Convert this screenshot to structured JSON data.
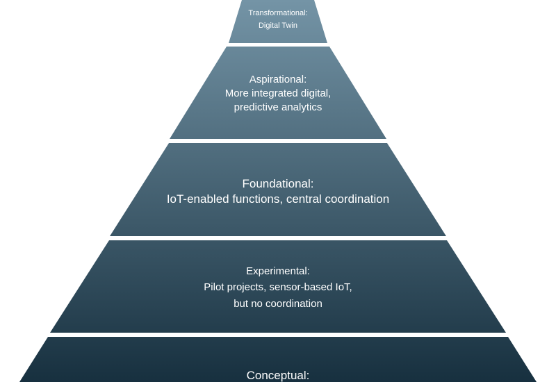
{
  "pyramid": {
    "tiers": [
      {
        "heading": "Transformational:",
        "lines": [
          "Digital Twin"
        ]
      },
      {
        "heading": "Aspirational:",
        "lines": [
          "More integrated digital,",
          "predictive analytics"
        ]
      },
      {
        "heading": "Foundational:",
        "lines": [
          "IoT-enabled functions, central coordination"
        ]
      },
      {
        "heading": "Experimental:",
        "lines": [
          "Pilot projects, sensor-based IoT,",
          "but no coordination"
        ]
      },
      {
        "heading": "Conceptual:",
        "lines": []
      }
    ],
    "colors": {
      "tier_top": "#7494a6",
      "tier_bottom": "#17303f",
      "separator": "#ffffff",
      "text": "#ffffff"
    }
  }
}
